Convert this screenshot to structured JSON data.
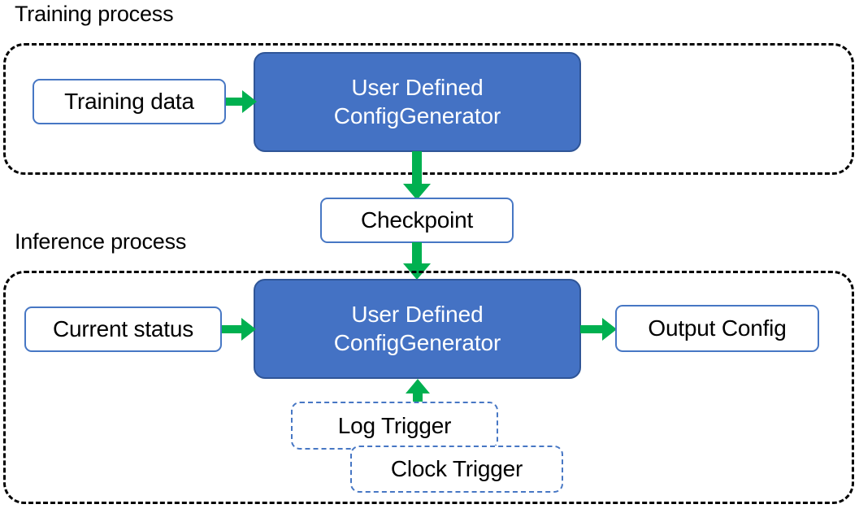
{
  "diagram": {
    "title_training": "Training process",
    "title_inference": "Inference process",
    "colors": {
      "filled_box_fill": "#4472C4",
      "filled_box_stroke": "#2F5597",
      "plain_box_stroke": "#4777C4",
      "trigger_box_stroke": "#4777C4",
      "arrow_green": "#00B050",
      "container_dash": "#000000",
      "text_dark": "#000000",
      "text_light": "#FFFFFF"
    },
    "training": {
      "input_box": "Training data",
      "generator_line1": "User Defined",
      "generator_line2": "ConfigGenerator"
    },
    "checkpoint": {
      "label": "Checkpoint"
    },
    "inference": {
      "input_box": "Current status",
      "generator_line1": "User Defined",
      "generator_line2": "ConfigGenerator",
      "output_box": "Output Config",
      "trigger_log": "Log Trigger",
      "trigger_clock": "Clock Trigger"
    },
    "arrows": [
      {
        "name": "training-data-to-generator",
        "direction": "right"
      },
      {
        "name": "training-generator-to-checkpoint",
        "direction": "down"
      },
      {
        "name": "checkpoint-to-inference-generator",
        "direction": "down"
      },
      {
        "name": "current-status-to-generator",
        "direction": "right"
      },
      {
        "name": "generator-to-output-config",
        "direction": "right"
      },
      {
        "name": "triggers-to-generator",
        "direction": "up"
      }
    ]
  }
}
